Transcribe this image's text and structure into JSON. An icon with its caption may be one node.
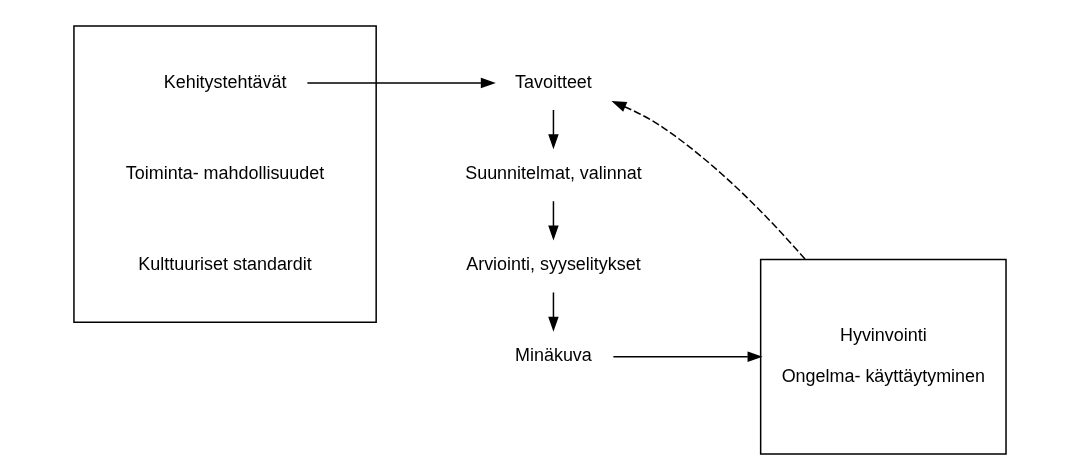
{
  "diagram": {
    "nodes": [
      {
        "text": [],
        "shape": "box"
      },
      {
        "text": [
          "Kehitystehtävät"
        ],
        "in": 0
      },
      {
        "text": [
          "Toiminta- mahdollisuudet"
        ],
        "in": 0
      },
      {
        "text": [
          "Kulttuuriset standardit"
        ],
        "in": 0
      },
      {
        "text": [
          "Tavoitteet"
        ]
      },
      {
        "text": [
          "Suunnitelmat, valinnat"
        ]
      },
      {
        "text": [
          "Arviointi, syyselitykset"
        ]
      },
      {
        "text": [
          "Minäkuva"
        ]
      },
      {
        "text": [
          "Hyvinvointi",
          "Ongelma- käyttäytyminen"
        ]
      }
    ],
    "edges": [
      {
        "from": 1,
        "to": 4,
        "arrow": "to"
      },
      {
        "from": 4,
        "to": 5,
        "arrow": "to"
      },
      {
        "from": 5,
        "to": 6,
        "arrow": "to"
      },
      {
        "from": 6,
        "to": 7,
        "arrow": "to"
      },
      {
        "from": 7,
        "to": 8,
        "arrow": "to"
      },
      {
        "from": 8,
        "to": 4,
        "arrow": "to",
        "style": "dashed"
      }
    ]
  }
}
